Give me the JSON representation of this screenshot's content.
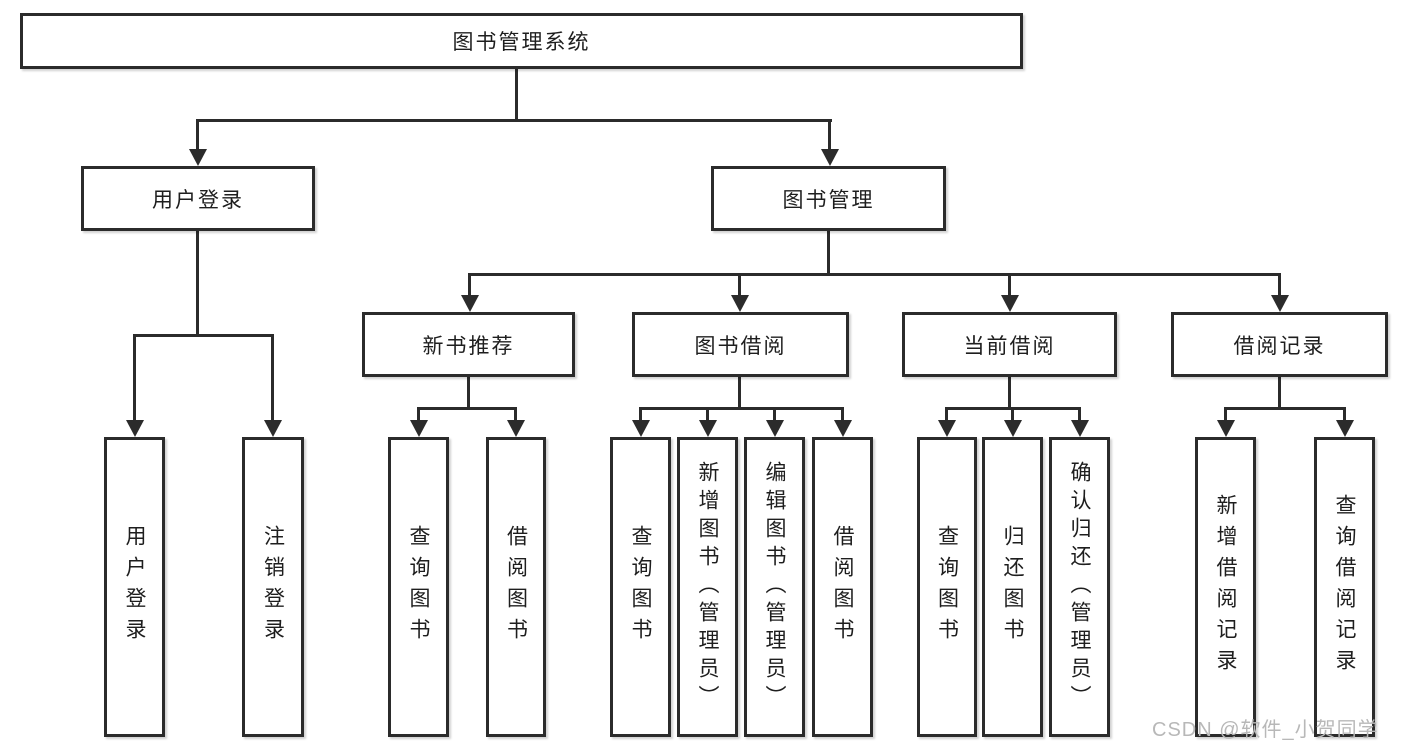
{
  "diagram": {
    "type": "hierarchy-tree",
    "colors": {
      "line": "#2b2b2b",
      "text": "#1e1e1e",
      "background": "#ffffff",
      "watermark": "#b8b8b8"
    },
    "watermark": {
      "text": "CSDN @软件_小贺同学"
    },
    "nodes": {
      "root": {
        "label": "图书管理系统"
      },
      "user_login": {
        "label": "用户登录"
      },
      "book_management": {
        "label": "图书管理"
      },
      "new_book_recommend": {
        "label": "新书推荐"
      },
      "book_borrowing": {
        "label": "图书借阅"
      },
      "current_borrowing": {
        "label": "当前借阅"
      },
      "borrowing_records": {
        "label": "借阅记录"
      },
      "leaf_user_login": {
        "label": "用户登录"
      },
      "leaf_logout": {
        "label": "注销登录"
      },
      "leaf_nb_query_books": {
        "label": "查询图书"
      },
      "leaf_nb_borrow_books": {
        "label": "借阅图书"
      },
      "leaf_bb_query_books": {
        "label": "查询图书"
      },
      "leaf_bb_add_books": {
        "label": "新增图书（管理员）"
      },
      "leaf_bb_edit_books": {
        "label": "编辑图书（管理员）"
      },
      "leaf_bb_borrow_books": {
        "label": "借阅图书"
      },
      "leaf_cb_query_books": {
        "label": "查询图书"
      },
      "leaf_cb_return_books": {
        "label": "归还图书"
      },
      "leaf_cb_confirm_return": {
        "label": "确认归还（管理员）"
      },
      "leaf_br_add_record": {
        "label": "新增借阅记录"
      },
      "leaf_br_query_record": {
        "label": "查询借阅记录"
      }
    },
    "edges": [
      [
        "root",
        "user_login"
      ],
      [
        "root",
        "book_management"
      ],
      [
        "user_login",
        "leaf_user_login"
      ],
      [
        "user_login",
        "leaf_logout"
      ],
      [
        "book_management",
        "new_book_recommend"
      ],
      [
        "book_management",
        "book_borrowing"
      ],
      [
        "book_management",
        "current_borrowing"
      ],
      [
        "book_management",
        "borrowing_records"
      ],
      [
        "new_book_recommend",
        "leaf_nb_query_books"
      ],
      [
        "new_book_recommend",
        "leaf_nb_borrow_books"
      ],
      [
        "book_borrowing",
        "leaf_bb_query_books"
      ],
      [
        "book_borrowing",
        "leaf_bb_add_books"
      ],
      [
        "book_borrowing",
        "leaf_bb_edit_books"
      ],
      [
        "book_borrowing",
        "leaf_bb_borrow_books"
      ],
      [
        "current_borrowing",
        "leaf_cb_query_books"
      ],
      [
        "current_borrowing",
        "leaf_cb_return_books"
      ],
      [
        "current_borrowing",
        "leaf_cb_confirm_return"
      ],
      [
        "borrowing_records",
        "leaf_br_add_record"
      ],
      [
        "borrowing_records",
        "leaf_br_query_record"
      ]
    ]
  }
}
